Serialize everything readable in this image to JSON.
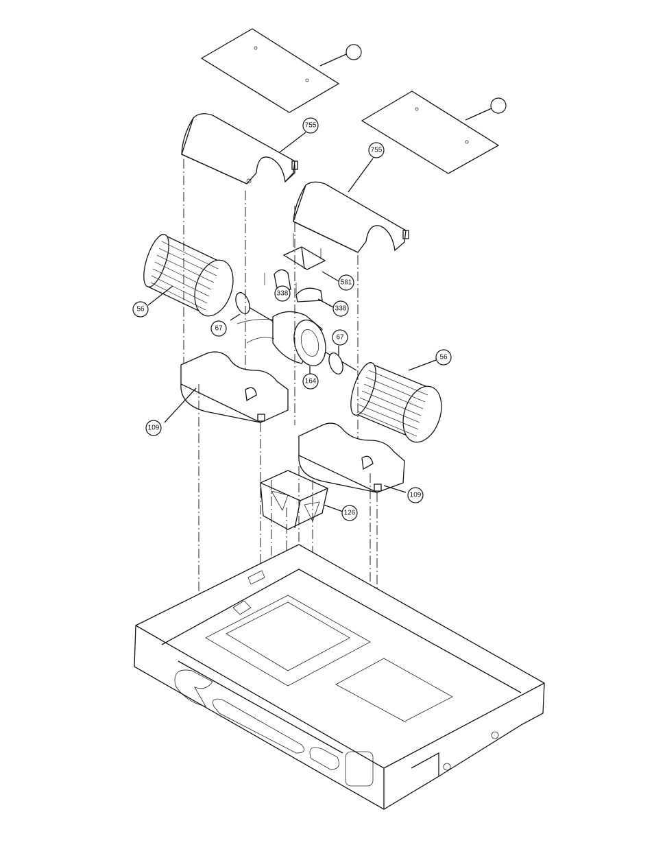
{
  "callouts": {
    "label_a": "",
    "label_b": "",
    "p755a": "755",
    "p755b": "755",
    "p581": "581",
    "p338a": "338",
    "p338b": "338",
    "p56a": "56",
    "p67a": "67",
    "p67b": "67",
    "p56b": "56",
    "p164": "164",
    "p109a": "109",
    "p109b": "109",
    "p126": "126"
  }
}
